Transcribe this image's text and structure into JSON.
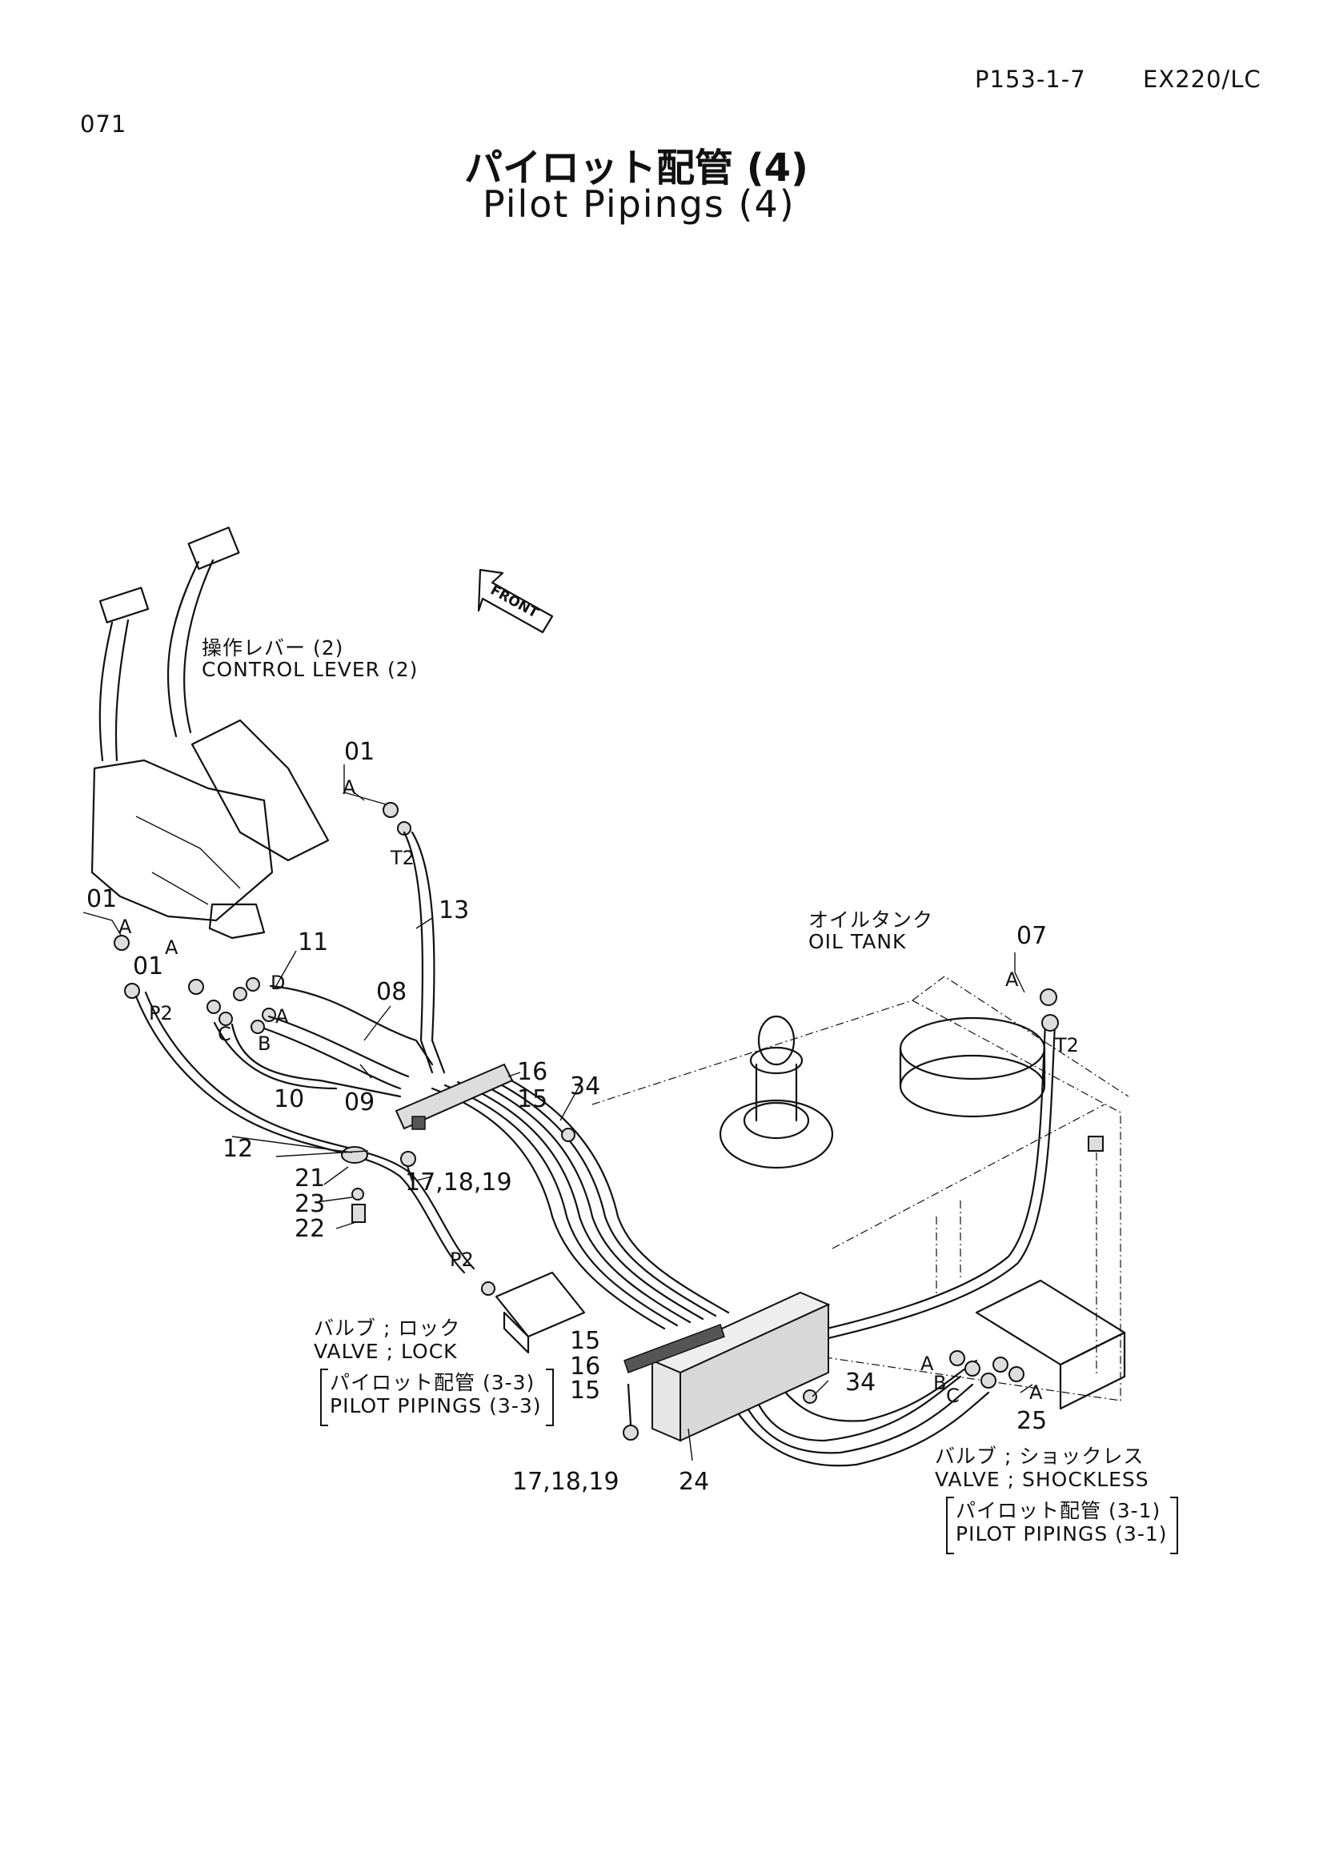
{
  "header": {
    "page_code": "P153-1-7",
    "model": "EX220/LC",
    "sheet_number": "071"
  },
  "title": {
    "japanese": "パイロット配管 (4)",
    "english": "Pilot Pipings (4)"
  },
  "direction_marker": "FRONT",
  "assemblies": {
    "control_lever_jp": "操作レバー (2)",
    "control_lever_en": "CONTROL LEVER (2)",
    "oil_tank_jp": "オイルタンク",
    "oil_tank_en": "OIL TANK",
    "valve_lock_jp": "バルブ ; ロック",
    "valve_lock_en": "VALVE ; LOCK",
    "ref_33_jp": "パイロット配管 (3-3)",
    "ref_33_en": "PILOT PIPINGS (3-3)",
    "valve_shockless_jp": "バルブ ; ショックレス",
    "valve_shockless_en": "VALVE ; SHOCKLESS",
    "ref_31_jp": "パイロット配管 (3-1)",
    "ref_31_en": "PILOT PIPINGS (3-1)"
  },
  "callouts": {
    "c01_top": "01",
    "c01_left": "01",
    "c01_mid": "01",
    "c07": "07",
    "c08": "08",
    "c09": "09",
    "c10": "10",
    "c11": "11",
    "c12": "12",
    "c13": "13",
    "c15_a": "15",
    "c16_a": "16",
    "c15_b": "15",
    "c16_b": "16",
    "c15_c": "15",
    "c17_a": "17,18,19",
    "c17_b": "17,18,19",
    "c21": "21",
    "c22": "22",
    "c23": "23",
    "c24": "24",
    "c25": "25",
    "c34_a": "34",
    "c34_b": "34"
  },
  "port_letters": {
    "a_top": "A",
    "t2_top": "T2",
    "a_left": "A",
    "a_mid": "A",
    "p2_left": "P2",
    "d": "D",
    "a_right": "A",
    "b": "B",
    "c": "C",
    "a_tank": "A",
    "t2_tank": "T2",
    "p2_valve": "P2",
    "a_block": "A",
    "b_block": "B",
    "c_block": "C",
    "a_block2": "A"
  }
}
